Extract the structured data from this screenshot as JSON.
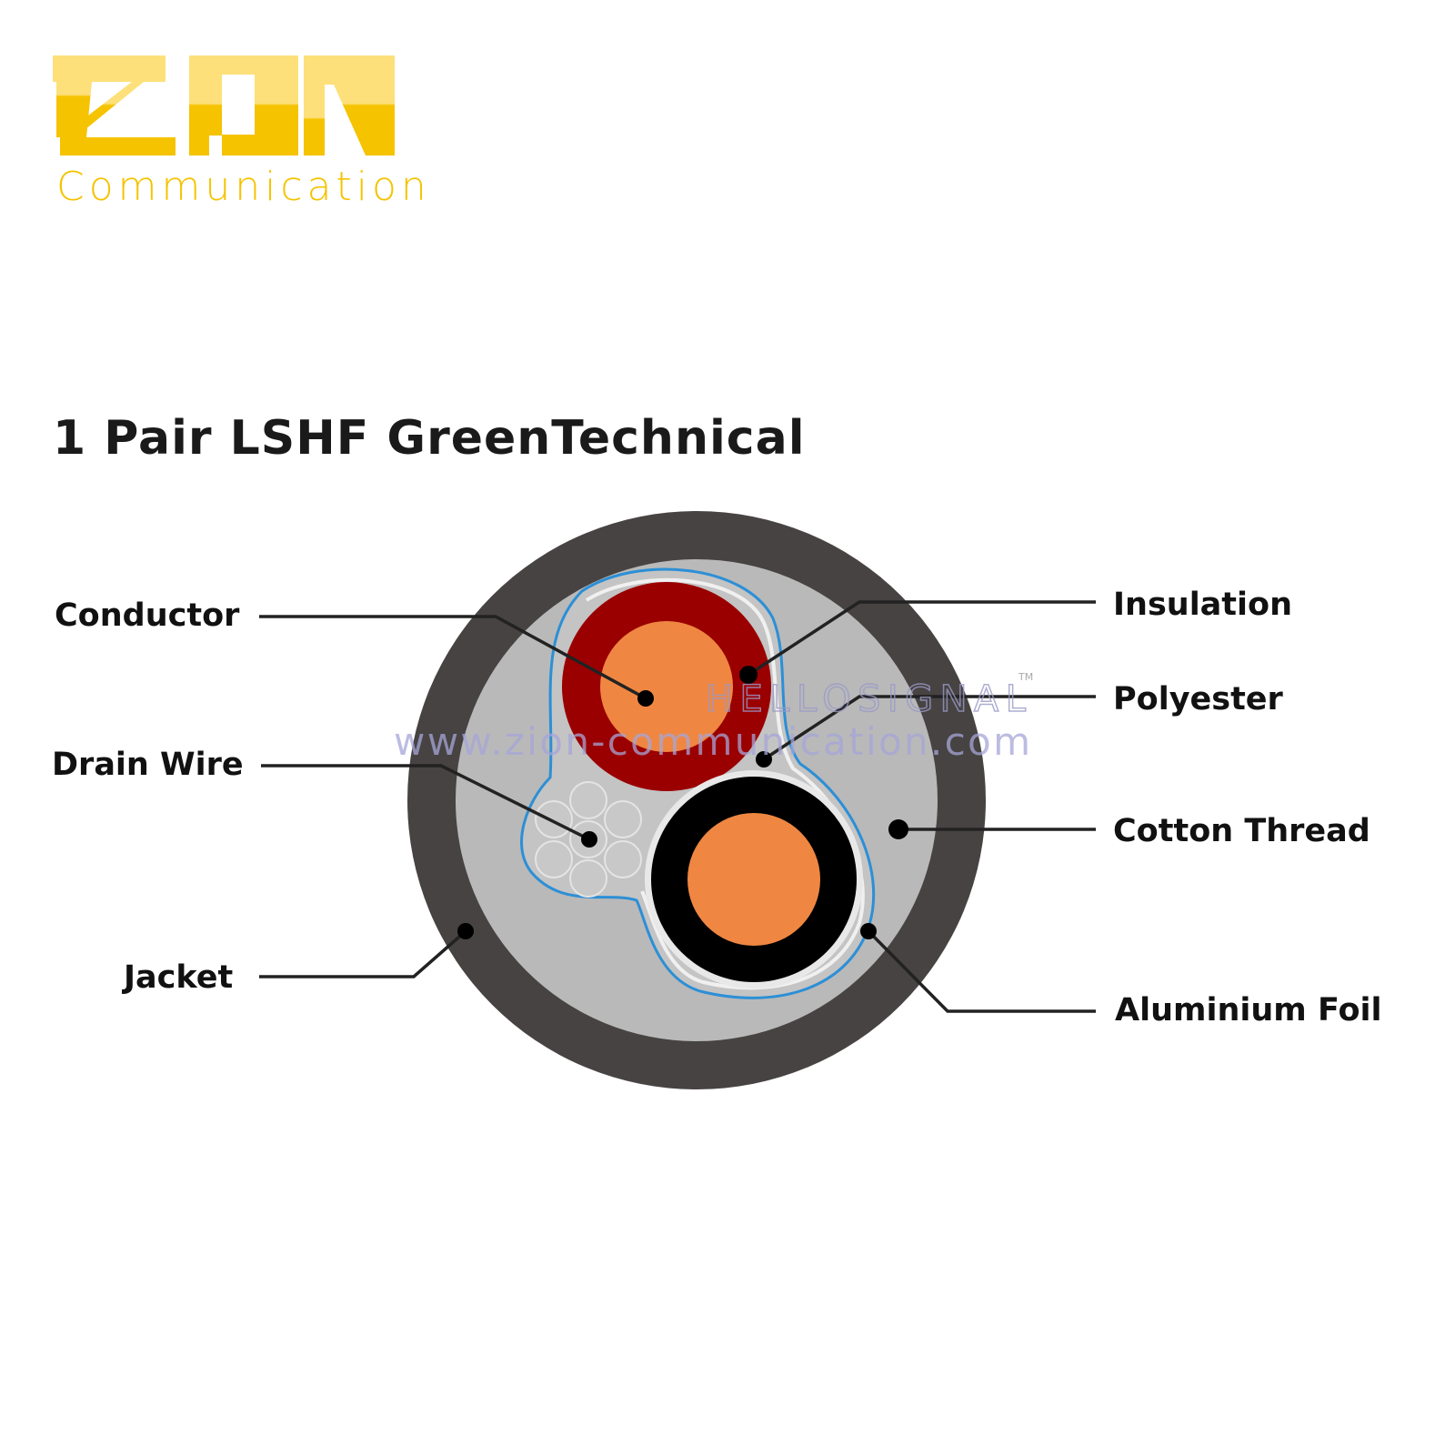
{
  "logo": {
    "text": "ZION",
    "subtitle": "Communication",
    "color": "#f5c300",
    "light_color": "#fde07a"
  },
  "title": "1 Pair LSHF GreenTechnical",
  "labels": {
    "conductor": "Conductor",
    "drain_wire": "Drain Wire",
    "jacket": "Jacket",
    "insulation": "Insulation",
    "polyester": "Polyester",
    "cotton_thread": "Cotton Thread",
    "aluminium_foil": "Aluminium Foil"
  },
  "watermark": {
    "brand": "HELLOSIGNAL",
    "tm": "TM",
    "url": "www.zion-communication.com"
  },
  "colors": {
    "jacket": "#474342",
    "filler": "#b9b9b9",
    "foil": "#2c8fd6",
    "red_insulation": "#9b0000",
    "black_insulation": "#000000",
    "copper": "#ef8742"
  }
}
